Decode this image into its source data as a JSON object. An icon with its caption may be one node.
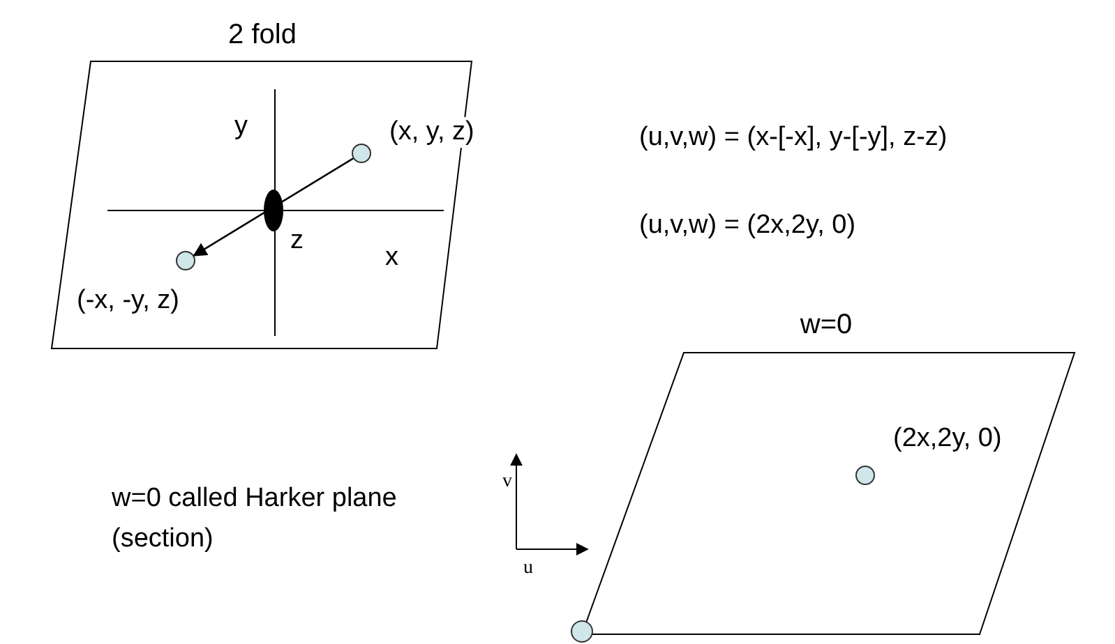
{
  "diagram": {
    "nodes": [
      {
        "text": [
          "2 fold"
        ]
      },
      {
        "text": [],
        "shape": "circle",
        "beside": [
          "(x, y, z)"
        ],
        "in": 0
      },
      {
        "text": [],
        "shape": "circle",
        "beside": [
          "(-x, -y, z)"
        ],
        "in": 0
      },
      {
        "text": [
          "w=0"
        ]
      },
      {
        "text": [],
        "shape": "circle",
        "beside": [
          "(2x,2y, 0)"
        ],
        "in": 3
      },
      {
        "text": [],
        "shape": "circle"
      }
    ],
    "edges": [
      {
        "from": 1,
        "to": 2,
        "arrow": "to"
      }
    ],
    "labels": [
      "y",
      "(u,v,w) = (x-[-x], y-[-y], z-z)",
      "z",
      "x",
      "(u,v,w) = (2x,2y, 0)",
      "v",
      "w=0 called Harker plane (section)",
      "u"
    ]
  }
}
